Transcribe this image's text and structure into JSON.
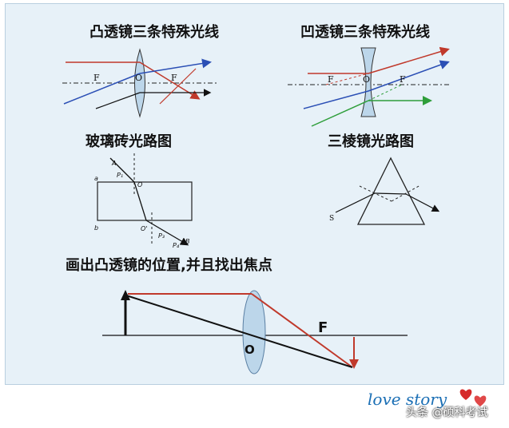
{
  "titles": {
    "convex_lens": "凸透镜三条特殊光线",
    "concave_lens": "凹透镜三条特殊光线",
    "glass_brick": "玻璃砖光路图",
    "prism": "三棱镜光路图",
    "task": "画出凸透镜的位置,并且找出焦点"
  },
  "labels": {
    "F": "F",
    "O": "O",
    "A": "A",
    "P1": "P₁",
    "O_prime": "O'",
    "P3": "P₃",
    "P4": "P₄",
    "B": "B",
    "a": "a",
    "b": "b",
    "S": "S"
  },
  "footer": {
    "logo_text": "love story",
    "watermark": "头条 @硕科考试"
  },
  "colors": {
    "panel": "#e7f1f8",
    "red_ray": "#c0392b",
    "blue_ray": "#2b4fb5",
    "green_ray": "#2e9e3a",
    "lens": "#bcd6ea"
  }
}
